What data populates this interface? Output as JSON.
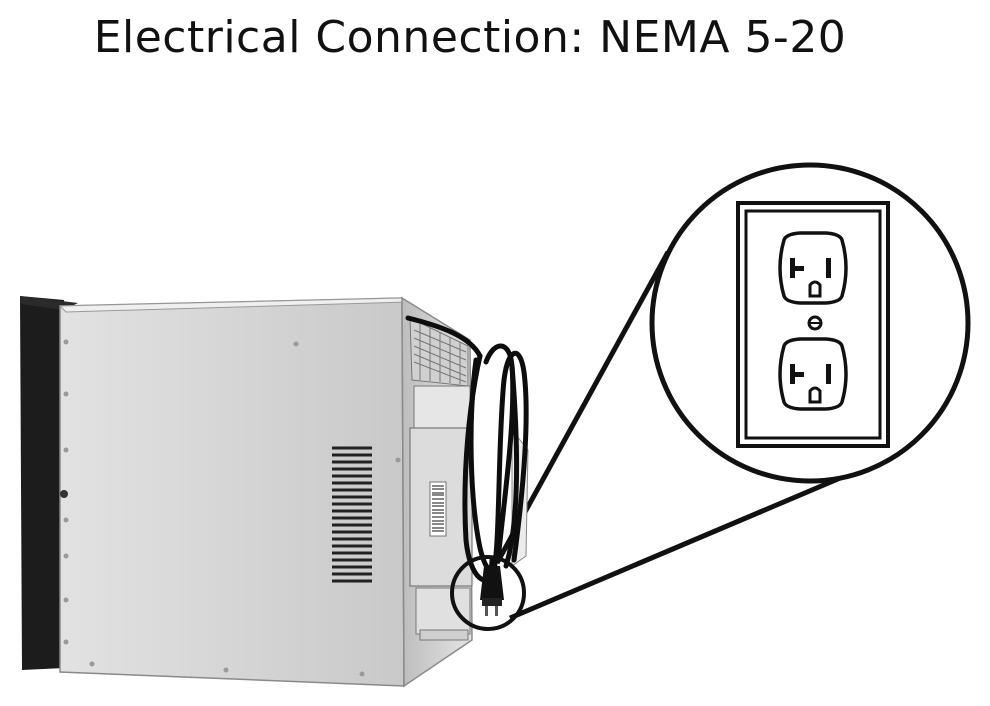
{
  "title": "Electrical Connection: NEMA 5-20",
  "colors": {
    "background": "#ffffff",
    "line": "#111111",
    "panel": "#d6d6d6",
    "bezel": "#1a1a1a"
  },
  "icons": {
    "appliance": "microwave-rear-view",
    "outlet": "nema-5-20-duplex-receptacle",
    "plug": "power-plug",
    "cord": "coiled-power-cord"
  }
}
